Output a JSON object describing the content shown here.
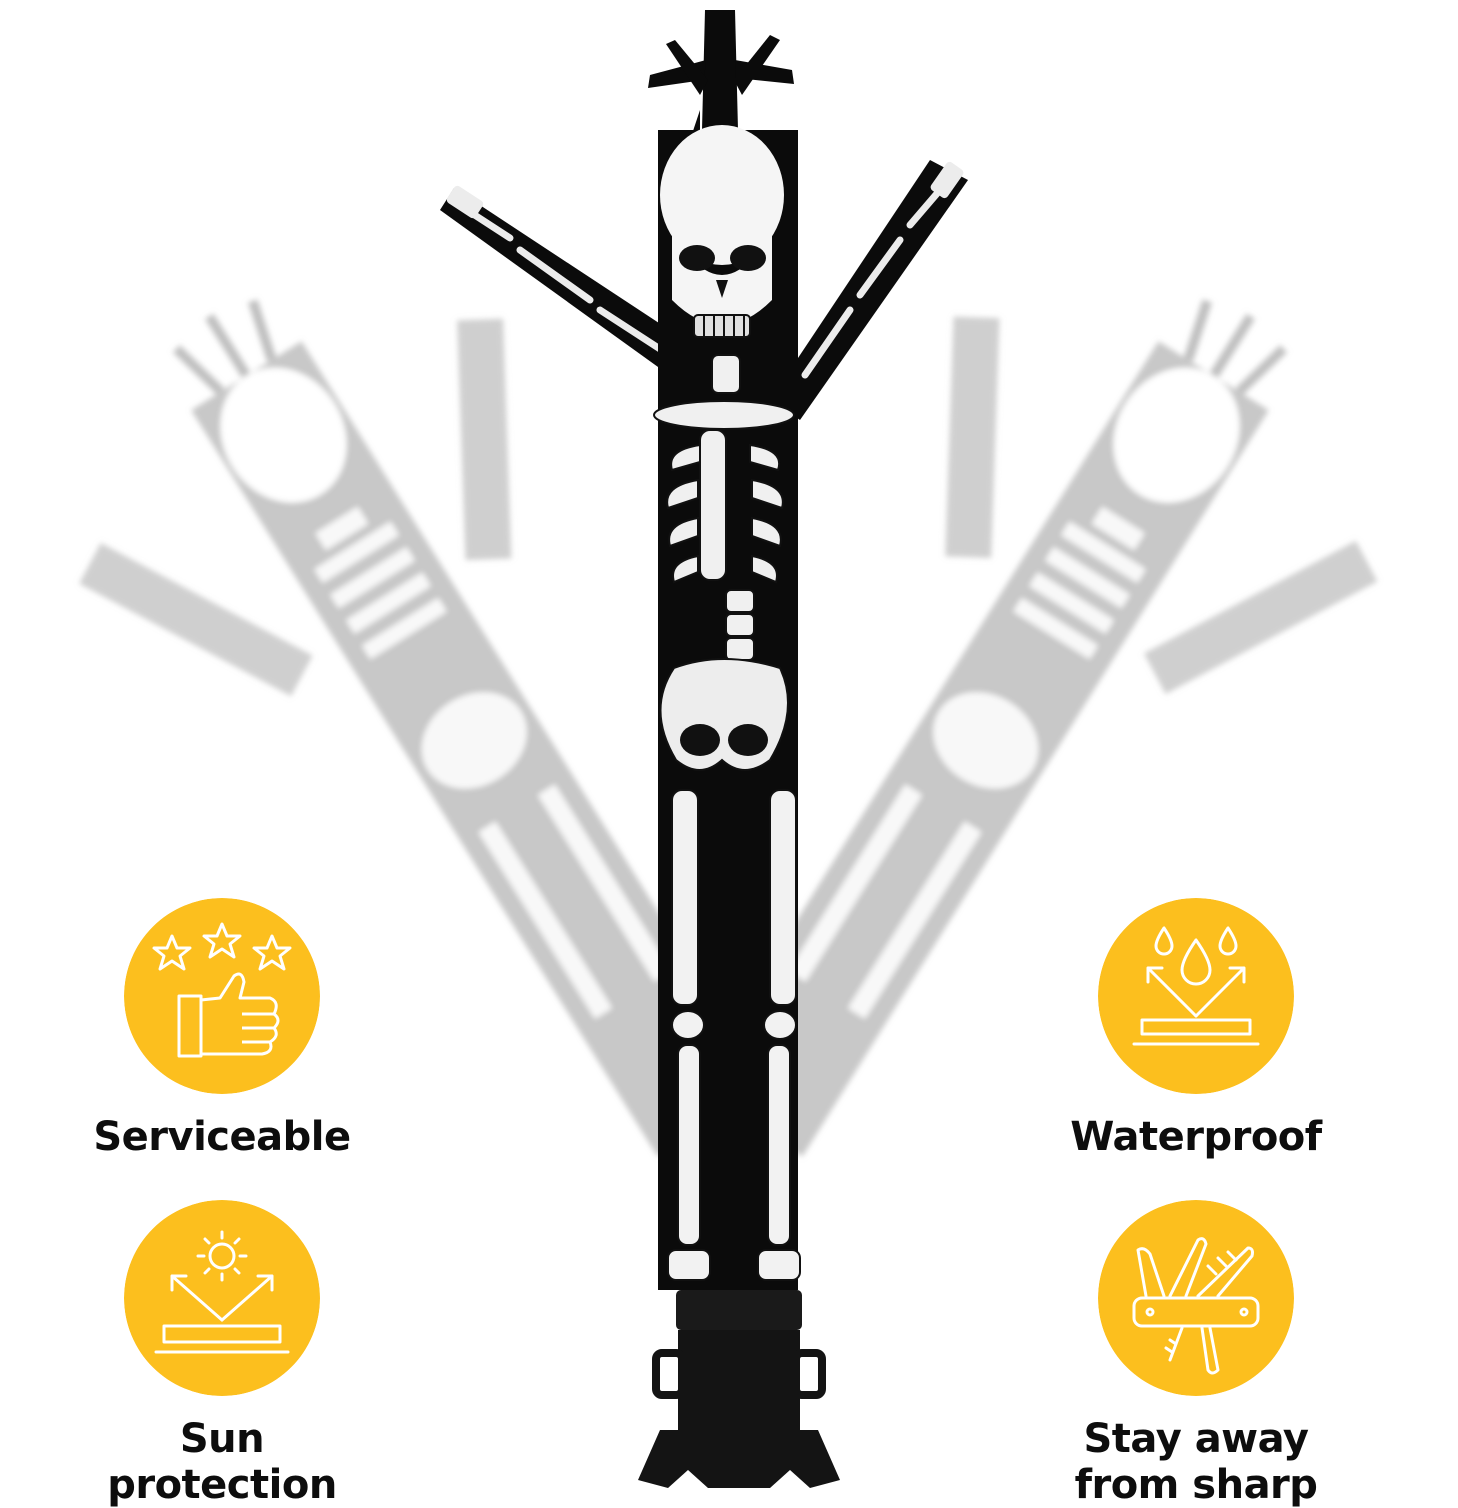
{
  "colors": {
    "badge": "#fcbf1e",
    "badge_line": "#ffffff",
    "figure": "#0b0b0b",
    "bone": "#f2f2f2",
    "ghost": "#c9c9c9"
  },
  "features": {
    "serviceable": {
      "label": "Serviceable",
      "icon": "thumbs-up-stars-icon"
    },
    "waterproof": {
      "label": "Waterproof",
      "icon": "water-drops-icon"
    },
    "sun": {
      "label": "Sun\nprotection",
      "icon": "sun-shield-icon"
    },
    "sharp": {
      "label": "Stay away\nfrom sharp",
      "icon": "sharp-tools-icon"
    }
  }
}
